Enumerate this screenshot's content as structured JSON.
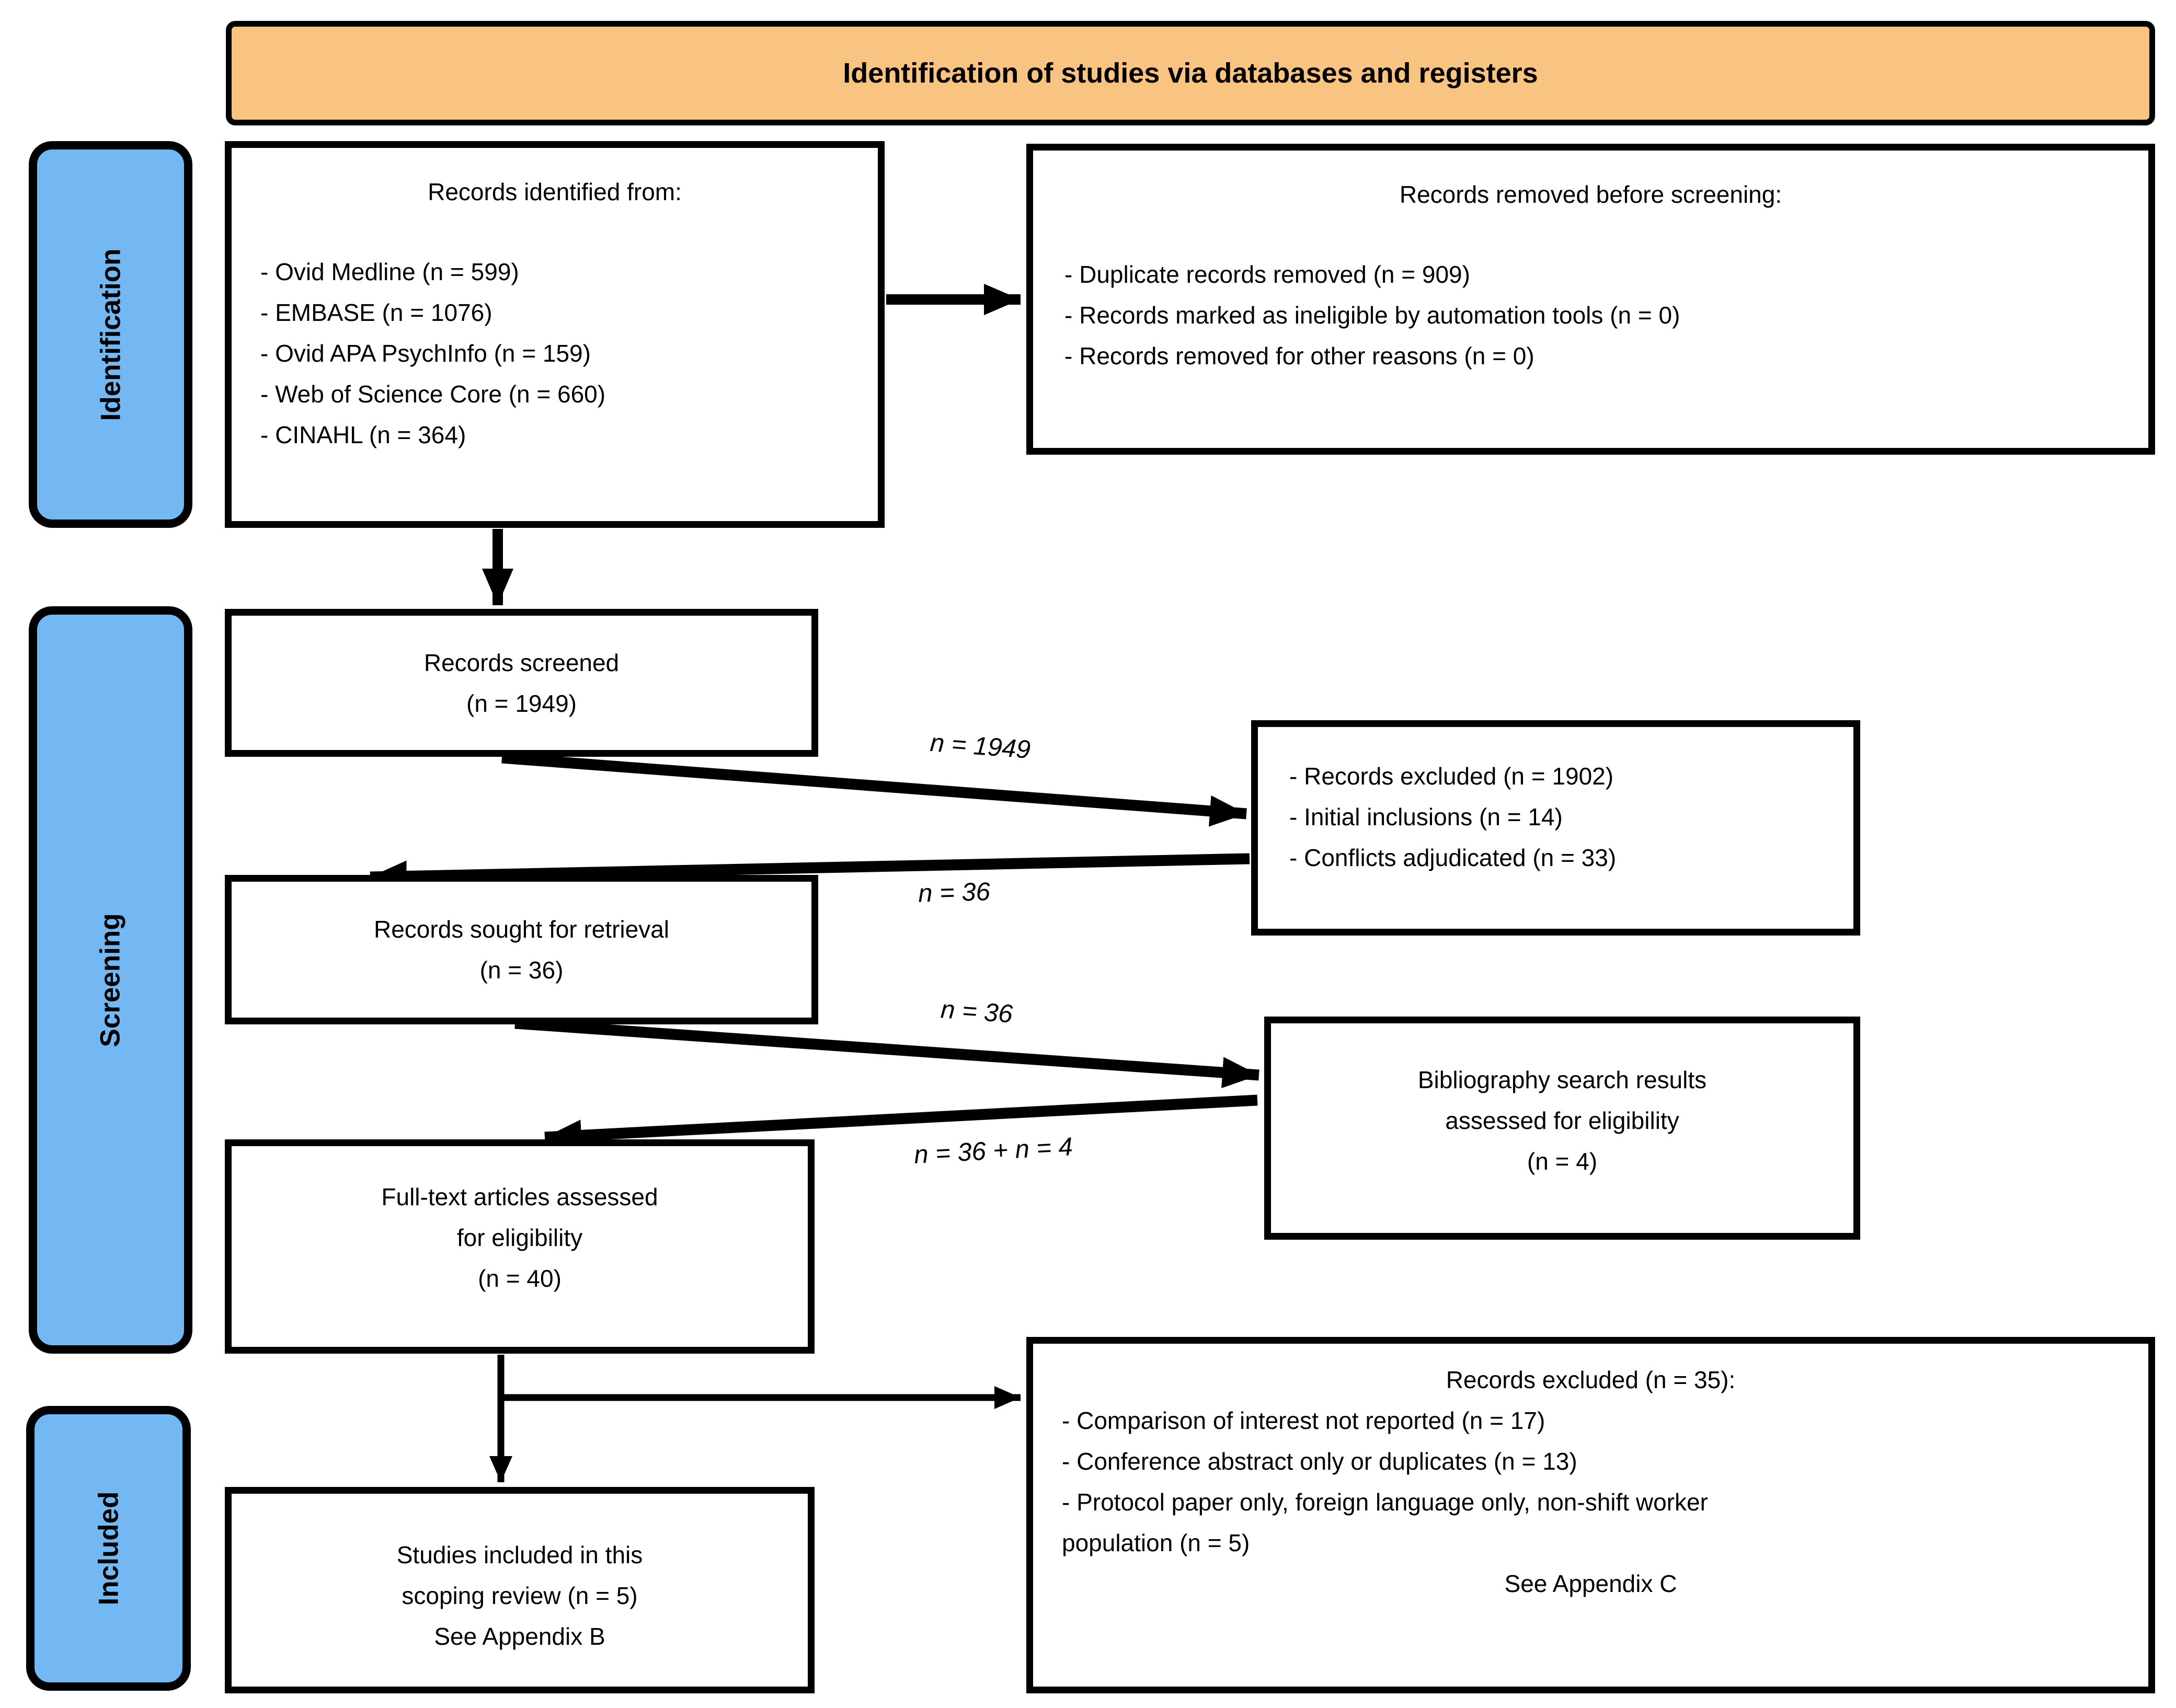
{
  "banner": {
    "title": "Identification of studies via databases and registers"
  },
  "colors": {
    "banner_bg": "#f9c382",
    "stage_bg": "#73b8f2",
    "border": "#000000",
    "box_bg": "#ffffff"
  },
  "stages": [
    {
      "label": "Identification"
    },
    {
      "label": "Screening"
    },
    {
      "label": "Included"
    }
  ],
  "boxes": {
    "identified": {
      "title": "Records identified from:",
      "items": [
        "- Ovid Medline (n = 599)",
        "- EMBASE (n = 1076)",
        "- Ovid APA PsychInfo (n = 159)",
        "- Web of Science Core (n = 660)",
        "- CINAHL (n = 364)"
      ]
    },
    "removed": {
      "title": "Records removed before screening:",
      "items": [
        "- Duplicate records removed (n = 909)",
        "- Records marked as ineligible by automation tools (n = 0)",
        "- Records removed for other reasons (n = 0)"
      ]
    },
    "screened": {
      "lines": [
        "Records screened",
        "(n = 1949)"
      ]
    },
    "excluded_screening": {
      "items": [
        "- Records excluded (n = 1902)",
        "- Initial inclusions (n = 14)",
        "- Conflicts adjudicated (n = 33)"
      ]
    },
    "sought": {
      "lines": [
        "Records sought for retrieval",
        "(n = 36)"
      ]
    },
    "bibliography": {
      "lines": [
        "Bibliography search results",
        "assessed for eligibility",
        "(n = 4)"
      ]
    },
    "fulltext": {
      "lines": [
        "Full-text articles assessed",
        "for eligibility",
        "(n = 40)"
      ]
    },
    "included_studies": {
      "lines": [
        "Studies included in this",
        "scoping review (n = 5)",
        "See Appendix B"
      ]
    },
    "excluded_fulltext": {
      "title": "Records excluded (n = 35):",
      "items": [
        "- Comparison of interest not reported (n = 17)",
        "- Conference abstract only or duplicates (n = 13)",
        "- Protocol paper only, foreign language only, non-shift worker",
        "population (n = 5)"
      ],
      "footer": "See Appendix C"
    }
  },
  "arrow_labels": {
    "screened_to_excluded": "n = 1949",
    "excluded_to_sought": "n = 36",
    "sought_to_bibliography": "n = 36",
    "bibliography_to_fulltext": "n = 36 + n = 4"
  }
}
